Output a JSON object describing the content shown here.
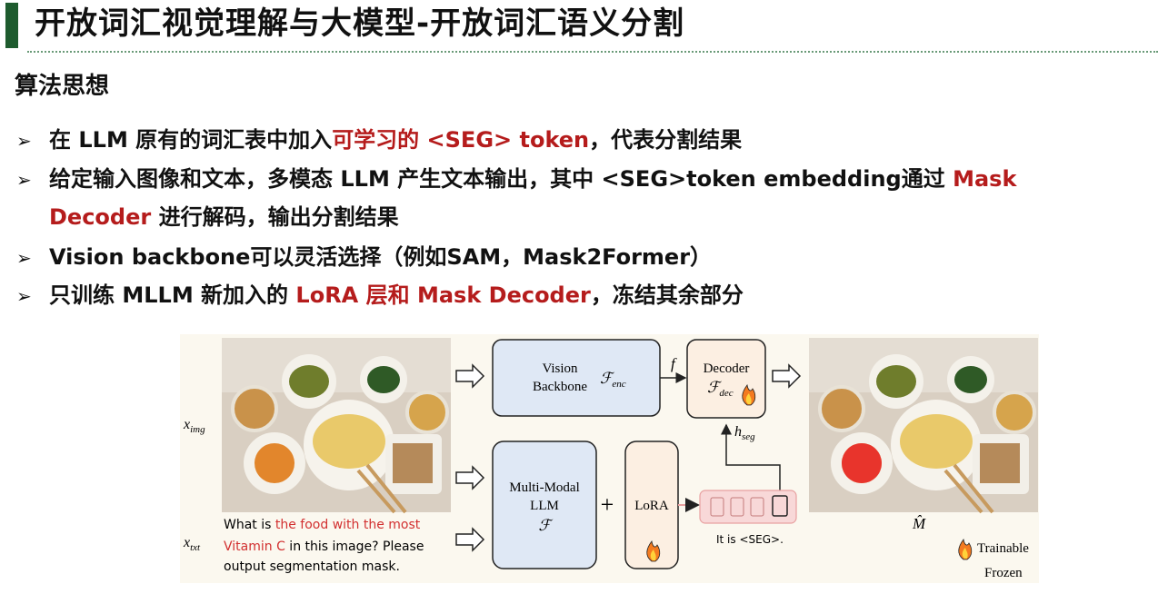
{
  "title": "开放词汇视觉理解与大模型-开放词汇语义分割",
  "section_heading": "算法思想",
  "bullets": [
    {
      "parts": [
        {
          "text": "在 LLM 原有的词汇表中加入"
        },
        {
          "text": "可学习的 <SEG> token",
          "highlight": true
        },
        {
          "text": "，代表分割结果"
        }
      ]
    },
    {
      "parts": [
        {
          "text": "给定输入图像和文本，多模态 LLM 产生文本输出，其中 <SEG>token embedding通过 "
        },
        {
          "text": "Mask",
          "highlight": true
        }
      ]
    },
    {
      "parts": [
        {
          "text": "Decoder",
          "highlight": true
        },
        {
          "text": " 进行解码，输出分割结果"
        }
      ],
      "continuation": true
    },
    {
      "parts": [
        {
          "text": "Vision backbone可以灵活选择（例如SAM，Mask2Former）"
        }
      ]
    },
    {
      "parts": [
        {
          "text": "只训练 MLLM 新加入的 "
        },
        {
          "text": "LoRA 层和 Mask Decoder",
          "highlight": true
        },
        {
          "text": "，冻结其余部分"
        }
      ]
    }
  ],
  "colors": {
    "accent": "#1e5b2e",
    "highlight": "#b51c1c",
    "vision_box": "#dfe8f5",
    "decoder_box": "#fcefe2",
    "lora_box": "#fcefe2",
    "token_bar": "#f8d8d8"
  },
  "diagram": {
    "x_img_label": "x_img",
    "x_txt_label": "x_txt",
    "prompt": {
      "line1_a": "What is ",
      "line1_b": "the food with the most",
      "line2_a": "Vitamin C",
      "line2_b": " in this image? Please",
      "line3": "output segmentation mask."
    },
    "vision_box": {
      "line1": "Vision",
      "line2": "Backbone",
      "symbol": "F_enc"
    },
    "f_label": "f",
    "decoder_box": {
      "line1": "Decoder",
      "symbol": "F_dec"
    },
    "h_seg_label": "h_seg",
    "llm_box": {
      "line1": "Multi-Modal",
      "line2": "LLM",
      "symbol": "F"
    },
    "plus_sign": "+",
    "lora_box": {
      "label": "LoRA"
    },
    "output_text": "It is <SEG>.",
    "mask_label": "M̂",
    "legend": {
      "trainable": "Trainable",
      "frozen": "Frozen"
    },
    "icons": [
      "fire-icon",
      "snowflake-icon"
    ]
  }
}
